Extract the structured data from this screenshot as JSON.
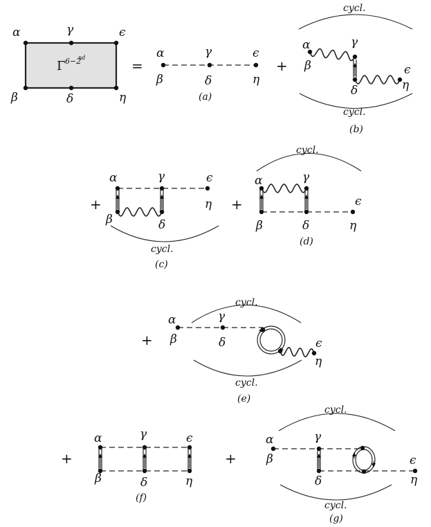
{
  "box": {
    "symbol": "Γ",
    "superscript": "6−2",
    "superscript_sup": "nd"
  },
  "operators": {
    "equals": "=",
    "plus": "+"
  },
  "cycl_label": "cycl.",
  "labels": {
    "alpha": "α",
    "beta": "β",
    "gamma": "γ",
    "delta": "δ",
    "epsilon": "ϵ",
    "eta": "η"
  },
  "captions": {
    "a": "(a)",
    "b": "(b)",
    "c": "(c)",
    "d": "(d)",
    "e": "(e)",
    "f": "(f)",
    "g": "(g)"
  }
}
